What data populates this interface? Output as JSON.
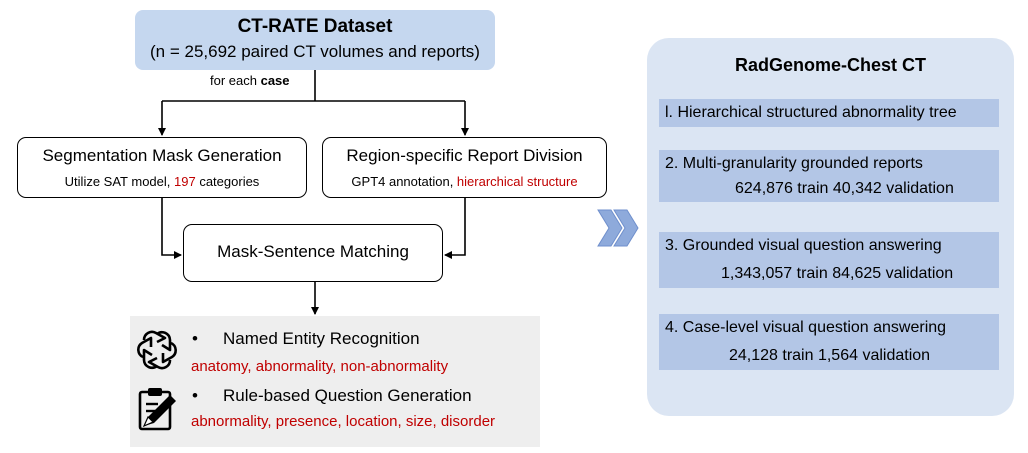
{
  "dataset": {
    "title": "CT-RATE Dataset",
    "subtitle": "(n = 25,692 paired CT volumes and reports)"
  },
  "for_each": {
    "prefix": "for each ",
    "bold": "case"
  },
  "segmentation": {
    "title": "Segmentation Mask Generation",
    "sub_prefix": "Utilize SAT model, ",
    "sub_highlight": "197",
    "sub_suffix": " categories"
  },
  "region": {
    "title": "Region-specific Report Division",
    "sub_prefix": "GPT4 annotation, ",
    "sub_highlight": "hierarchical structure"
  },
  "matching": {
    "title": "Mask-Sentence Matching"
  },
  "nlp": {
    "items": [
      {
        "bullet": "•",
        "title": "Named Entity Recognition",
        "detail": "anatomy, abnormality, non-abnormality",
        "icon": "openai-logo-icon"
      },
      {
        "bullet": "•",
        "title": "Rule-based Question Generation",
        "detail": "abnormality, presence, location, size, disorder",
        "icon": "clipboard-pen-icon"
      }
    ]
  },
  "radgenome": {
    "title": "RadGenome-Chest CT",
    "items": [
      {
        "line1": "l. Hierarchical structured abnormality tree",
        "line2": ""
      },
      {
        "line1": "2. Multi-granularity grounded reports",
        "line2": "624,876 train 40,342 validation"
      },
      {
        "line1": "3. Grounded visual question answering",
        "line2": "1,343,057 train 84,625 validation"
      },
      {
        "line1": "4. Case-level visual question answering",
        "line2": "24,128 train 1,564 validation"
      }
    ]
  },
  "colors": {
    "dataset_fill": "#c5d7ef",
    "highlight_red": "#c00000",
    "panel_grey": "#eeeeee",
    "right_panel": "#dbe5f3",
    "right_item": "#b3c6e6",
    "chevron": "#8eaadb"
  }
}
